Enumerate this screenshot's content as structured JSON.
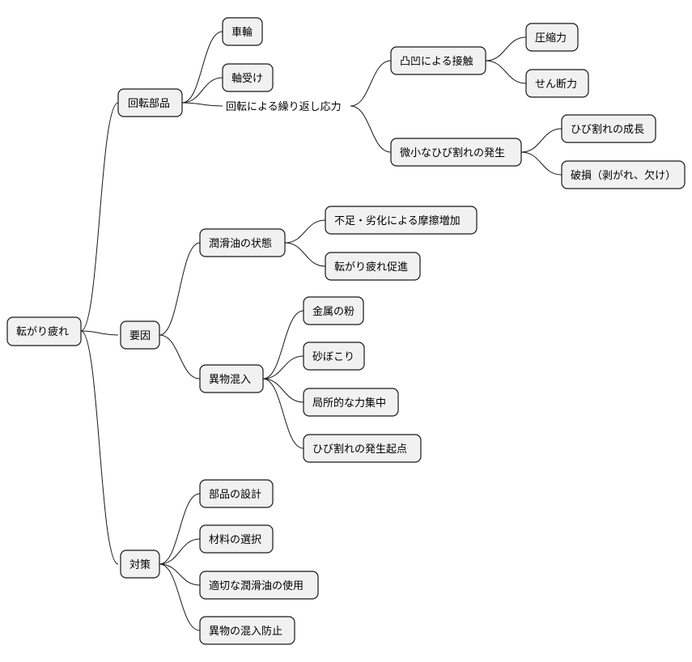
{
  "colors": {
    "node_fill": "#f1f1f1",
    "node_stroke": "#181818",
    "edge": "#181818",
    "text": "#000000",
    "background": "#ffffff"
  },
  "nodes": {
    "root": "転がり疲れ",
    "rotating_parts": "回転部品",
    "wheel": "車輪",
    "bearing": "軸受け",
    "repeated_stress": "回転による繰り返し応力",
    "unevenness_contact": "凸凹による接触",
    "compressive_force": "圧縮力",
    "shear_force": "せん断力",
    "micro_crack": "微小なひび割れの発生",
    "crack_growth": "ひび割れの成長",
    "breakage": "破損（剥がれ、欠け）",
    "factors": "要因",
    "lubricant_state": "潤滑油の状態",
    "friction_increase": "不足・劣化による摩擦増加",
    "fatigue_acceleration": "転がり疲れ促進",
    "foreign_matter": "異物混入",
    "metal_powder": "金属の粉",
    "sand_dust": "砂ぼこり",
    "local_concentration": "局所的な力集中",
    "crack_origin": "ひび割れの発生起点",
    "countermeasures": "対策",
    "part_design": "部品の設計",
    "material_selection": "材料の選択",
    "proper_lubricant": "適切な潤滑油の使用",
    "foreign_prevention": "異物の混入防止"
  }
}
